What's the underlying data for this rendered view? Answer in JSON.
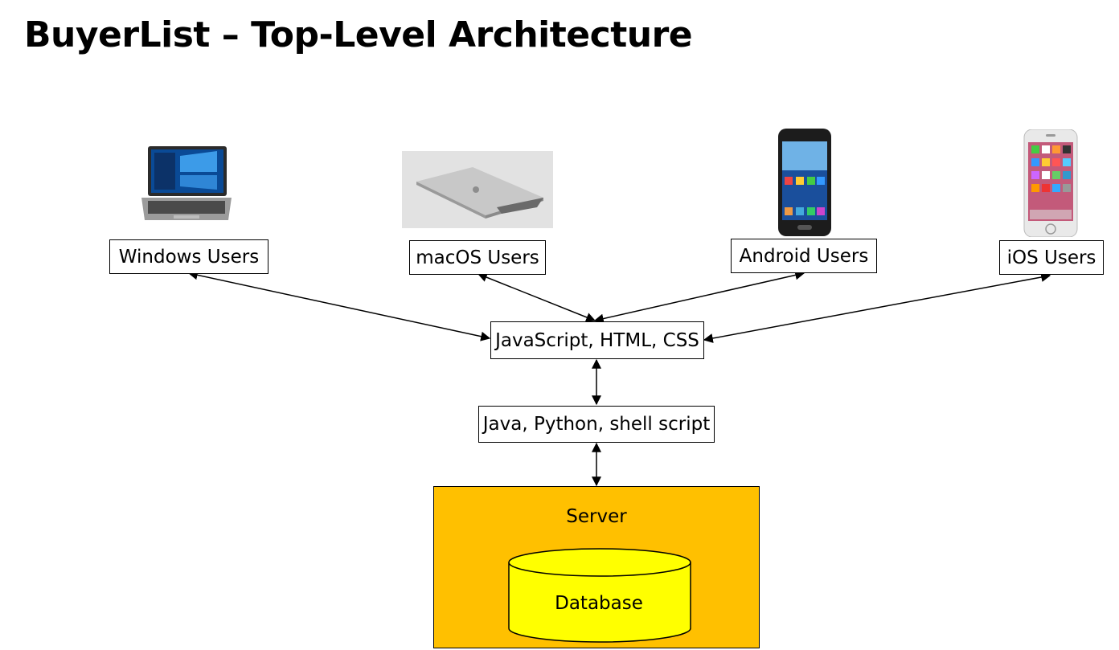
{
  "title": "BuyerList – Top-Level Architecture",
  "users": {
    "windows": "Windows Users",
    "macos": "macOS Users",
    "android": "Android Users",
    "ios": "iOS Users"
  },
  "layers": {
    "frontend": "JavaScript, HTML, CSS",
    "backend": "Java, Python, shell script"
  },
  "server": {
    "label": "Server",
    "database": "Database",
    "fill_color": "#ffc000",
    "database_color": "#ffff00"
  },
  "device_icons": [
    "windows-laptop-icon",
    "macbook-icon",
    "android-phone-icon",
    "iphone-icon"
  ]
}
